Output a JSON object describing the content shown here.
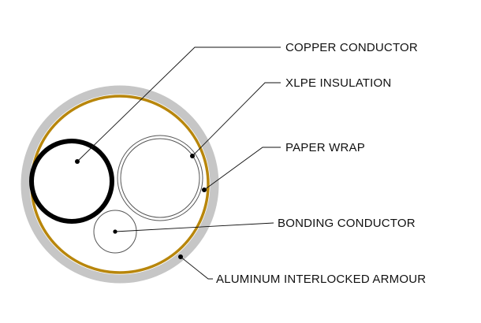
{
  "diagram": {
    "callouts": {
      "copper_conductor": "COPPER CONDUCTOR",
      "xlpe_insulation": "XLPE INSULATION",
      "paper_wrap": "PAPER WRAP",
      "bonding_conductor": "BONDING CONDUCTOR",
      "aluminum_armour": "ALUMINUM INTERLOCKED ARMOUR"
    },
    "colors": {
      "armour": "#c6c6c6",
      "paper_wrap": "#b8860b",
      "copper_conductor": "#000000",
      "insulation_line": "#555555",
      "leader_line": "#111111",
      "background": "#ffffff"
    }
  }
}
